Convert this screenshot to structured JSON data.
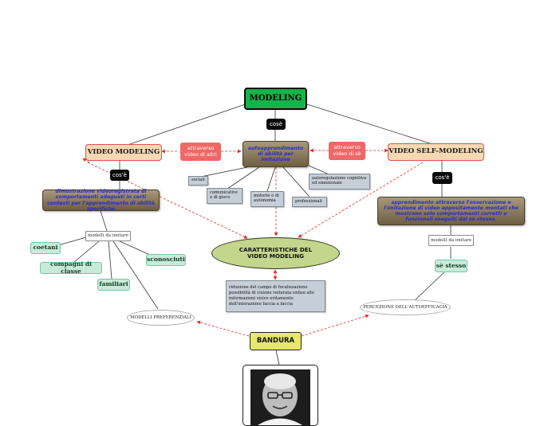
{
  "nodes": {
    "modeling": "MODELING",
    "cose_top": "cosè",
    "autoapprendimento": "autoapprendimento di abilità per imitazione",
    "video_modeling": "VIDEO MODELING",
    "video_self_modeling": "VIDEO SELF-MODELING",
    "attraverso_altri": "attraverso video di altri",
    "attraverso_se": "attraverso video di sè",
    "cose_left": "cos'è",
    "cose_right": "cos'è",
    "dimostrazione": "dimostrazione videoregistrata di comportamenti adeguati in certi contesti per l'apprendimento di abilità specifiche",
    "apprendimento": "apprendimento attraverso l'osservazione e l'imitazione di video appositamente montati che mostrano solo comportamenti corretti e funzionali eseguiti dal sè stesso.",
    "sociali": "sociali",
    "comunicative": "comunicative e di gioco",
    "motorie": "motorie e di autonomia",
    "professionali": "professionali",
    "autoregolazione": "autoregolazione cognitiva ed emozionale",
    "modelli_left": "modelli da imitare",
    "modelli_right": "modelli da imitare",
    "coetani": "coetani",
    "compagni": "compagni di classe",
    "familiari": "familiari",
    "sconosciuti": "sconosciuti",
    "se_stesso": "sè stesso",
    "caratteristiche": "CARATTERISTICHE DEL VIDEO MODELING",
    "riduzione": "riduzione del campo di focalizzazione possibilità di visione reiterata enfasi alle informazioni visive evitamento dell'interazione faccia a faccia",
    "modelli_pref": "MODELLI PREFERENZIALI",
    "percezione": "PERCEZIONE DELL'AUTOEFFICACIA",
    "bandura": "BANDURA"
  },
  "colors": {
    "main": "#17b34a",
    "peach": "#f5d9b4",
    "red_label": "#ef6766",
    "brown": "#8c7d5e",
    "blue_text": "#2b2bc8",
    "green_tag": "#c7ebd9",
    "ellipse": "#c4d58c",
    "yellow": "#e7e76b",
    "dashed_link": "#e0302a"
  },
  "photo_icon": "portrait-photo-icon"
}
